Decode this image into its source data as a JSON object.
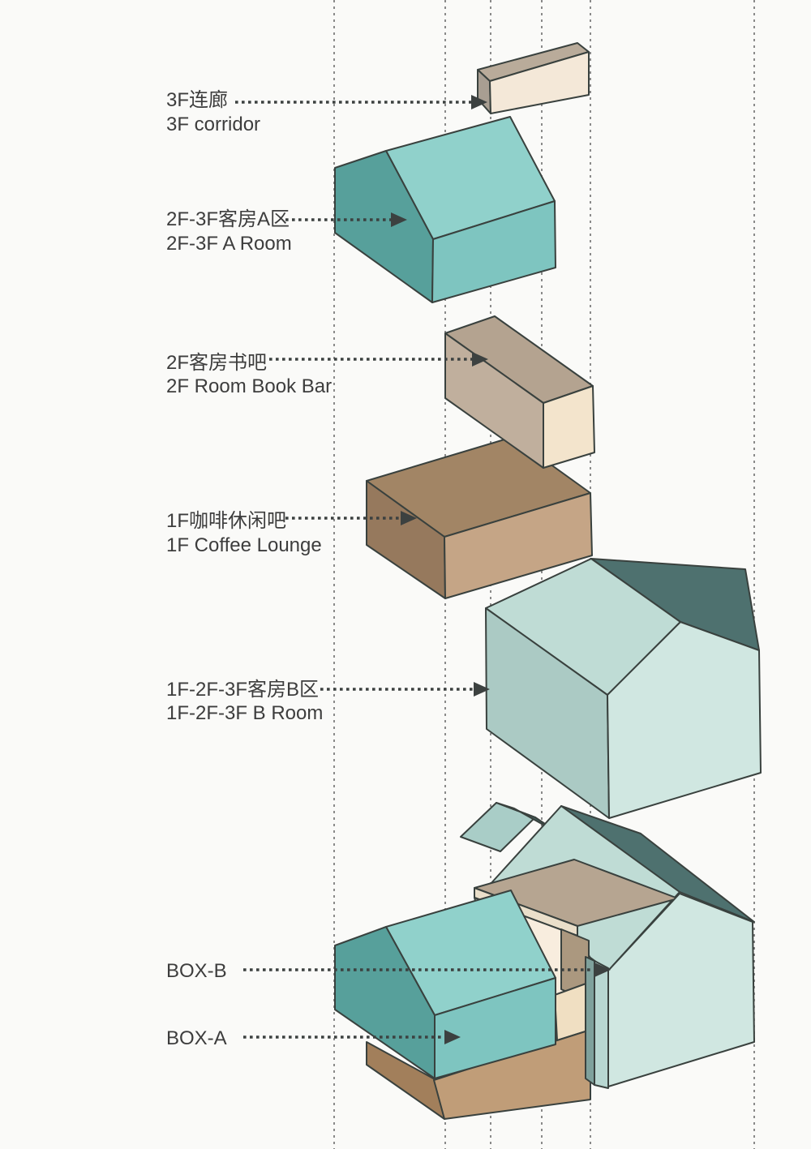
{
  "diagram": {
    "type": "exploded-axonometric-architecture-diagram",
    "language": "zh-CN / en",
    "guide_line_count": 6
  },
  "labels": [
    {
      "zh": "3F连廊",
      "en": "3F corridor"
    },
    {
      "zh": "2F-3F客房A区",
      "en": "2F-3F A Room"
    },
    {
      "zh": "2F客房书吧",
      "en": "2F Room Book Bar"
    },
    {
      "zh": "1F咖啡休闲吧",
      "en": "1F Coffee Lounge"
    },
    {
      "zh": "1F-2F-3F客房B区",
      "en": "1F-2F-3F B Room"
    },
    {
      "zh": "BOX-B",
      "en": ""
    },
    {
      "zh": "BOX-A",
      "en": ""
    }
  ],
  "components": [
    "3F corridor bar",
    "2F-3F A-Room gabled house",
    "2F Room Book Bar block",
    "1F Coffee Lounge slab block",
    "1F-2F-3F B-Room gabled house",
    "BOX-B teal gabled house",
    "BOX-A brown base with cream box and roof plate",
    "right gabled house with wall slab"
  ],
  "colors": {
    "background": "#fafaf8",
    "ink": "#3c4140",
    "labelText": "#3d3d3d",
    "guide": "#5a5a5a",
    "corridorFront": "#f4e8d8",
    "corridorTop": "#b9ab9a",
    "corridorSide": "#a89e92",
    "houseDark": "#57a09b",
    "houseRoof": "#90d1cb",
    "houseFront": "#7ec5c0",
    "bookTop": "#b4a390",
    "bookSide": "#c0af9d",
    "bookEnd": "#f3e4cc",
    "coffeeTop": "#a28565",
    "coffeeFront": "#c5a586",
    "coffeeSide": "#96795d",
    "bWall": "#abcac4",
    "bRoof": "#bfdcd5",
    "bGable": "#d0e7e1",
    "bShadow": "#4e716f",
    "plateTop": "#b6a591",
    "plateEdge": "#eadfca",
    "wallCream": "#f8edde",
    "underTaupe": "#ab987f",
    "creamBox": "#f0dfc2",
    "brownFront": "#c09d78",
    "brownSide": "#a27f5b",
    "slabDark": "#7fa19c",
    "slabFront": "#b8d7d1",
    "sliverLight": "#a9cdc7",
    "sliverDark": "#43625f"
  }
}
